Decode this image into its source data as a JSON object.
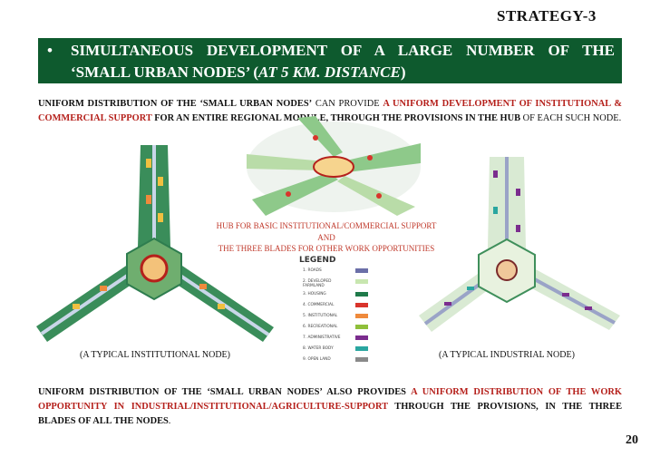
{
  "header": {
    "strategy": "STRATEGY-3"
  },
  "banner": {
    "bullet": "•",
    "line1": "SIMULTANEOUS DEVELOPMENT OF A LARGE NUMBER OF THE",
    "line2_prefix": "‘SMALL URBAN NODES’ (",
    "line2_italic": "AT 5 KM. DISTANCE",
    "line2_suffix": ")"
  },
  "para1": {
    "a": "UNIFORM DISTRIBUTION OF THE ‘SMALL URBAN NODES’",
    "b": " CAN PROVIDE ",
    "c": "A UNIFORM DEVELOPMENT OF INSTITUTIONAL & COMMERCIAL SUPPORT",
    "d": " FOR AN ENTIRE REGIONAL MODULE, THROUGH THE PROVISIONS IN ",
    "e": "THE HUB",
    "f": " OF EACH SUCH NODE."
  },
  "hub_caption": {
    "line1": "HUB FOR BASIC INSTITUTIONAL/COMMERCIAL SUPPORT",
    "line2": "AND",
    "line3": "THE THREE BLADES FOR OTHER WORK OPPORTUNITIES"
  },
  "legend": {
    "title": "LEGEND",
    "items": [
      {
        "label": "1. ROADS",
        "color": "#6b6fa8"
      },
      {
        "label": "2. DEVELOPED FARMLAND",
        "color": "#c8e6b0"
      },
      {
        "label": "3. HOUSING",
        "color": "#1f7a4a"
      },
      {
        "label": "4. COMMERCIAL",
        "color": "#d9342b"
      },
      {
        "label": "5. INSTITUTIONAL",
        "color": "#ef8a3c"
      },
      {
        "label": "6. RECREATIONAL",
        "color": "#8fbf3a"
      },
      {
        "label": "7. ADMINISTRATIVE",
        "color": "#7b2d8e"
      },
      {
        "label": "8. WATER BODY",
        "color": "#2aa6a0"
      },
      {
        "label": "9. OPEN LAND",
        "color": "#8a8a8a"
      }
    ]
  },
  "captions": {
    "institutional": "(A TYPICAL INSTITUTIONAL NODE)",
    "industrial": "(A TYPICAL INDUSTRIAL NODE)"
  },
  "para2": {
    "a": "UNIFORM DISTRIBUTION OF THE ‘SMALL URBAN NODES’ ALSO PROVIDES ",
    "b": "A UNIFORM DISTRIBUTION OF THE WORK OPPORTUNITY IN INDUSTRIAL/INSTITUTIONAL/AGRICULTURE-SUPPORT",
    "c": " THROUGH THE PROVISIONS, IN THE THREE BLADES OF ALL THE NODES",
    "d": "."
  },
  "footer": {
    "page_number": "20"
  }
}
